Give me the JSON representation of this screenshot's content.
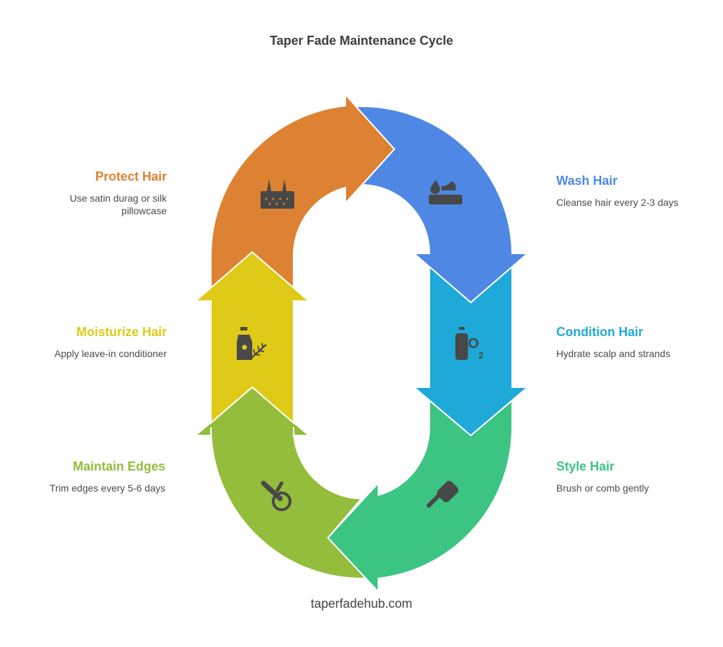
{
  "title": "Taper Fade Maintenance Cycle",
  "footer": "taperfadehub.com",
  "steps": [
    {
      "title": "Protect Hair",
      "desc": "Use satin durag or silk pillowcase",
      "color": "#DD8232",
      "icon": "scalp-hair-icon"
    },
    {
      "title": "Wash Hair",
      "desc": "Cleanse hair every 2-3 days",
      "color": "#4E88E4",
      "icon": "shampoo-drop-icon"
    },
    {
      "title": "Condition Hair",
      "desc": "Hydrate scalp and strands",
      "color": "#1FA9D8",
      "icon": "conditioner-bottle-o2-icon"
    },
    {
      "title": "Style Hair",
      "desc": "Brush or comb gently",
      "color": "#3CC482",
      "icon": "hair-brush-icon"
    },
    {
      "title": "Maintain Edges",
      "desc": "Trim edges every 5-6 days",
      "color": "#93BD3B",
      "icon": "trimmer-icon"
    },
    {
      "title": "Moisturize Hair",
      "desc": "Apply leave-in conditioner",
      "color": "#DFCB17",
      "icon": "oil-bottle-herb-icon"
    }
  ]
}
